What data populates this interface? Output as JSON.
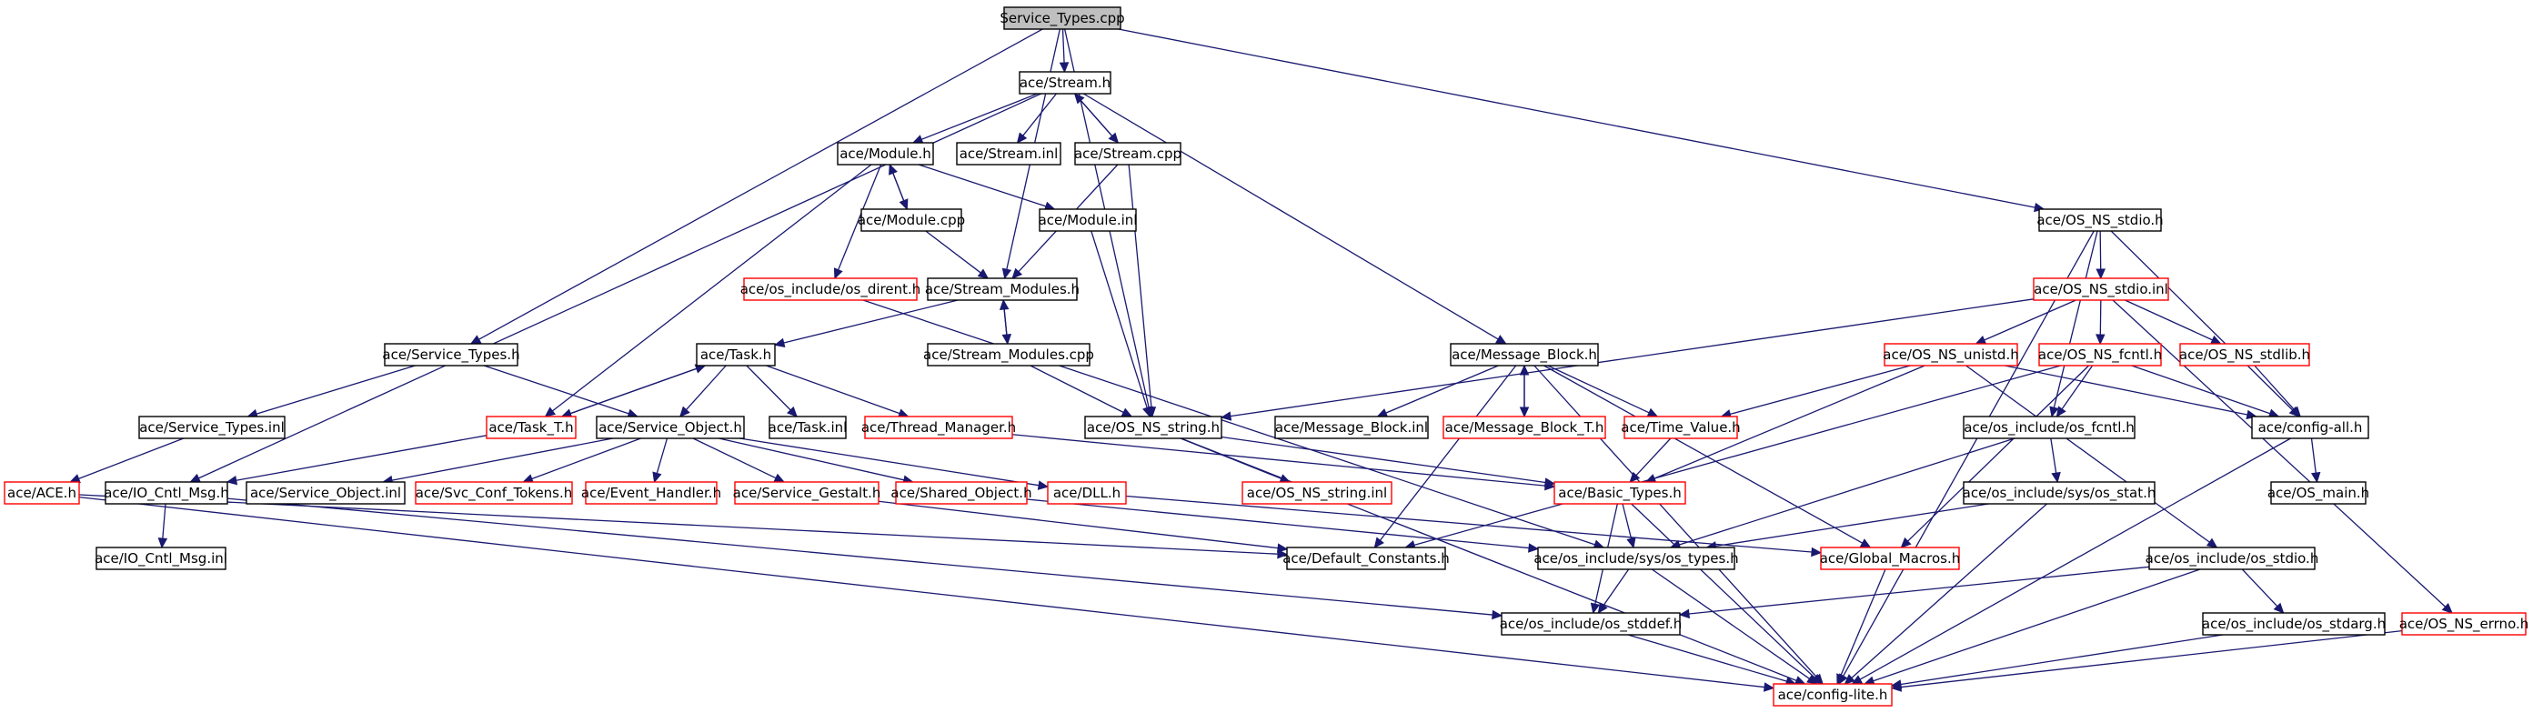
{
  "title": "Service_Types.cpp",
  "colors": {
    "edge": "#191970",
    "black_border": "#000000",
    "red_border": "#ff0000",
    "root_fill": "#bfbfbf"
  },
  "nodes": [
    {
      "id": "root",
      "label": "Service_Types.cpp",
      "style": "root"
    },
    {
      "id": "stream_h",
      "label": "ace/Stream.h",
      "style": "black"
    },
    {
      "id": "os_ns_stdio_h",
      "label": "ace/OS_NS_stdio.h",
      "style": "black"
    },
    {
      "id": "module_h",
      "label": "ace/Module.h",
      "style": "black"
    },
    {
      "id": "stream_inl",
      "label": "ace/Stream.inl",
      "style": "black"
    },
    {
      "id": "stream_cpp",
      "label": "ace/Stream.cpp",
      "style": "black"
    },
    {
      "id": "module_cpp",
      "label": "ace/Module.cpp",
      "style": "black"
    },
    {
      "id": "module_inl",
      "label": "ace/Module.inl",
      "style": "black"
    },
    {
      "id": "os_dirent_h",
      "label": "ace/os_include/os_dirent.h",
      "style": "red"
    },
    {
      "id": "stream_modules_h",
      "label": "ace/Stream_Modules.h",
      "style": "black"
    },
    {
      "id": "os_ns_stdio_inl",
      "label": "ace/OS_NS_stdio.inl",
      "style": "red"
    },
    {
      "id": "service_types_h",
      "label": "ace/Service_Types.h",
      "style": "black"
    },
    {
      "id": "task_h",
      "label": "ace/Task.h",
      "style": "black"
    },
    {
      "id": "stream_modules_cpp",
      "label": "ace/Stream_Modules.cpp",
      "style": "black"
    },
    {
      "id": "message_block_h",
      "label": "ace/Message_Block.h",
      "style": "black"
    },
    {
      "id": "os_ns_unistd_h",
      "label": "ace/OS_NS_unistd.h",
      "style": "red"
    },
    {
      "id": "os_ns_fcntl_h",
      "label": "ace/OS_NS_fcntl.h",
      "style": "red"
    },
    {
      "id": "os_ns_stdlib_h",
      "label": "ace/OS_NS_stdlib.h",
      "style": "red"
    },
    {
      "id": "service_types_inl",
      "label": "ace/Service_Types.inl",
      "style": "black"
    },
    {
      "id": "task_t_h",
      "label": "ace/Task_T.h",
      "style": "red"
    },
    {
      "id": "service_object_h",
      "label": "ace/Service_Object.h",
      "style": "black"
    },
    {
      "id": "task_inl",
      "label": "ace/Task.inl",
      "style": "black"
    },
    {
      "id": "thread_manager_h",
      "label": "ace/Thread_Manager.h",
      "style": "red"
    },
    {
      "id": "os_ns_string_h",
      "label": "ace/OS_NS_string.h",
      "style": "black"
    },
    {
      "id": "message_block_inl",
      "label": "ace/Message_Block.inl",
      "style": "black"
    },
    {
      "id": "message_block_t_h",
      "label": "ace/Message_Block_T.h",
      "style": "red"
    },
    {
      "id": "time_value_h",
      "label": "ace/Time_Value.h",
      "style": "red"
    },
    {
      "id": "os_fcntl_h",
      "label": "ace/os_include/os_fcntl.h",
      "style": "black"
    },
    {
      "id": "config_all_h",
      "label": "ace/config-all.h",
      "style": "black"
    },
    {
      "id": "ace_h",
      "label": "ace/ACE.h",
      "style": "red"
    },
    {
      "id": "io_cntl_msg_h",
      "label": "ace/IO_Cntl_Msg.h",
      "style": "black"
    },
    {
      "id": "service_object_inl",
      "label": "ace/Service_Object.inl",
      "style": "black"
    },
    {
      "id": "svc_conf_tokens_h",
      "label": "ace/Svc_Conf_Tokens.h",
      "style": "red"
    },
    {
      "id": "event_handler_h",
      "label": "ace/Event_Handler.h",
      "style": "red"
    },
    {
      "id": "service_gestalt_h",
      "label": "ace/Service_Gestalt.h",
      "style": "red"
    },
    {
      "id": "shared_object_h",
      "label": "ace/Shared_Object.h",
      "style": "red"
    },
    {
      "id": "dll_h",
      "label": "ace/DLL.h",
      "style": "red"
    },
    {
      "id": "os_ns_string_inl",
      "label": "ace/OS_NS_string.inl",
      "style": "red"
    },
    {
      "id": "basic_types_h",
      "label": "ace/Basic_Types.h",
      "style": "red"
    },
    {
      "id": "os_stat_h",
      "label": "ace/os_include/sys/os_stat.h",
      "style": "black"
    },
    {
      "id": "os_main_h",
      "label": "ace/OS_main.h",
      "style": "black"
    },
    {
      "id": "io_cntl_msg_inl",
      "label": "ace/IO_Cntl_Msg.inl",
      "style": "black"
    },
    {
      "id": "default_constants_h",
      "label": "ace/Default_Constants.h",
      "style": "black"
    },
    {
      "id": "os_types_h",
      "label": "ace/os_include/sys/os_types.h",
      "style": "black"
    },
    {
      "id": "global_macros_h",
      "label": "ace/Global_Macros.h",
      "style": "red"
    },
    {
      "id": "os_stdio_h",
      "label": "ace/os_include/os_stdio.h",
      "style": "black"
    },
    {
      "id": "os_stddef_h",
      "label": "ace/os_include/os_stddef.h",
      "style": "black"
    },
    {
      "id": "os_stdarg_h",
      "label": "ace/os_include/os_stdarg.h",
      "style": "black"
    },
    {
      "id": "os_ns_errno_h",
      "label": "ace/OS_NS_errno.h",
      "style": "red"
    },
    {
      "id": "config_lite_h",
      "label": "ace/config-lite.h",
      "style": "red"
    }
  ],
  "edges": [
    [
      "root",
      "stream_h"
    ],
    [
      "root",
      "service_types_h"
    ],
    [
      "root",
      "os_ns_stdio_h"
    ],
    [
      "root",
      "stream_modules_h"
    ],
    [
      "root",
      "os_ns_string_h"
    ],
    [
      "stream_h",
      "module_h"
    ],
    [
      "stream_h",
      "stream_inl"
    ],
    [
      "stream_h",
      "stream_cpp"
    ],
    [
      "stream_h",
      "io_cntl_msg_h"
    ],
    [
      "stream_h",
      "message_block_h"
    ],
    [
      "stream_cpp",
      "stream_h"
    ],
    [
      "stream_cpp",
      "stream_modules_h"
    ],
    [
      "stream_cpp",
      "os_ns_string_h"
    ],
    [
      "module_h",
      "module_cpp"
    ],
    [
      "module_h",
      "module_inl"
    ],
    [
      "module_h",
      "os_dirent_h"
    ],
    [
      "module_h",
      "task_t_h"
    ],
    [
      "module_cpp",
      "module_h"
    ],
    [
      "module_cpp",
      "stream_modules_h"
    ],
    [
      "module_inl",
      "os_ns_string_h"
    ],
    [
      "os_dirent_h",
      "os_types_h"
    ],
    [
      "stream_modules_h",
      "task_h"
    ],
    [
      "stream_modules_h",
      "stream_modules_cpp"
    ],
    [
      "stream_modules_cpp",
      "stream_modules_h"
    ],
    [
      "stream_modules_cpp",
      "os_ns_string_h"
    ],
    [
      "service_types_h",
      "service_types_inl"
    ],
    [
      "service_types_h",
      "service_object_h"
    ],
    [
      "service_types_inl",
      "ace_h"
    ],
    [
      "task_h",
      "task_t_h"
    ],
    [
      "task_h",
      "service_object_h"
    ],
    [
      "task_h",
      "task_inl"
    ],
    [
      "task_h",
      "thread_manager_h"
    ],
    [
      "task_t_h",
      "task_h"
    ],
    [
      "task_t_h",
      "io_cntl_msg_h"
    ],
    [
      "service_object_h",
      "service_object_inl"
    ],
    [
      "service_object_h",
      "svc_conf_tokens_h"
    ],
    [
      "service_object_h",
      "event_handler_h"
    ],
    [
      "service_object_h",
      "service_gestalt_h"
    ],
    [
      "service_object_h",
      "shared_object_h"
    ],
    [
      "service_object_h",
      "dll_h"
    ],
    [
      "thread_manager_h",
      "basic_types_h"
    ],
    [
      "io_cntl_msg_h",
      "io_cntl_msg_inl"
    ],
    [
      "io_cntl_msg_h",
      "os_stddef_h"
    ],
    [
      "ace_h",
      "default_constants_h"
    ],
    [
      "ace_h",
      "config_lite_h"
    ],
    [
      "service_gestalt_h",
      "default_constants_h"
    ],
    [
      "shared_object_h",
      "os_types_h"
    ],
    [
      "dll_h",
      "global_macros_h"
    ],
    [
      "os_ns_string_h",
      "os_ns_string_inl"
    ],
    [
      "os_ns_string_h",
      "basic_types_h"
    ],
    [
      "os_ns_string_h",
      "config_lite_h"
    ],
    [
      "message_block_h",
      "message_block_inl"
    ],
    [
      "message_block_h",
      "message_block_t_h"
    ],
    [
      "message_block_h",
      "time_value_h"
    ],
    [
      "message_block_h",
      "default_constants_h"
    ],
    [
      "message_block_h",
      "global_macros_h"
    ],
    [
      "message_block_h",
      "config_lite_h"
    ],
    [
      "message_block_t_h",
      "message_block_h"
    ],
    [
      "time_value_h",
      "basic_types_h"
    ],
    [
      "os_ns_stdio_h",
      "os_ns_stdio_inl"
    ],
    [
      "os_ns_stdio_h",
      "os_fcntl_h"
    ],
    [
      "os_ns_stdio_h",
      "config_all_h"
    ],
    [
      "os_ns_stdio_h",
      "config_lite_h"
    ],
    [
      "os_ns_stdio_inl",
      "os_ns_unistd_h"
    ],
    [
      "os_ns_stdio_inl",
      "os_ns_fcntl_h"
    ],
    [
      "os_ns_stdio_inl",
      "os_ns_stdlib_h"
    ],
    [
      "os_ns_stdio_inl",
      "os_ns_errno_h"
    ],
    [
      "os_ns_stdio_inl",
      "os_ns_string_h"
    ],
    [
      "os_ns_unistd_h",
      "time_value_h"
    ],
    [
      "os_ns_unistd_h",
      "basic_types_h"
    ],
    [
      "os_ns_unistd_h",
      "config_all_h"
    ],
    [
      "os_ns_unistd_h",
      "os_stdio_h"
    ],
    [
      "os_ns_fcntl_h",
      "os_fcntl_h"
    ],
    [
      "os_ns_fcntl_h",
      "config_all_h"
    ],
    [
      "os_ns_fcntl_h",
      "global_macros_h"
    ],
    [
      "os_ns_fcntl_h",
      "default_constants_h"
    ],
    [
      "os_ns_stdlib_h",
      "config_all_h"
    ],
    [
      "os_fcntl_h",
      "os_stat_h"
    ],
    [
      "os_fcntl_h",
      "os_types_h"
    ],
    [
      "config_all_h",
      "os_main_h"
    ],
    [
      "config_all_h",
      "config_lite_h"
    ],
    [
      "os_stat_h",
      "os_types_h"
    ],
    [
      "os_stat_h",
      "config_lite_h"
    ],
    [
      "basic_types_h",
      "os_types_h"
    ],
    [
      "basic_types_h",
      "os_stddef_h"
    ],
    [
      "basic_types_h",
      "config_lite_h"
    ],
    [
      "os_types_h",
      "os_stddef_h"
    ],
    [
      "os_types_h",
      "config_lite_h"
    ],
    [
      "global_macros_h",
      "config_lite_h"
    ],
    [
      "os_stdio_h",
      "os_stddef_h"
    ],
    [
      "os_stdio_h",
      "os_stdarg_h"
    ],
    [
      "os_stdio_h",
      "config_lite_h"
    ],
    [
      "os_stddef_h",
      "config_lite_h"
    ],
    [
      "os_stdarg_h",
      "config_lite_h"
    ],
    [
      "os_ns_errno_h",
      "config_lite_h"
    ]
  ]
}
